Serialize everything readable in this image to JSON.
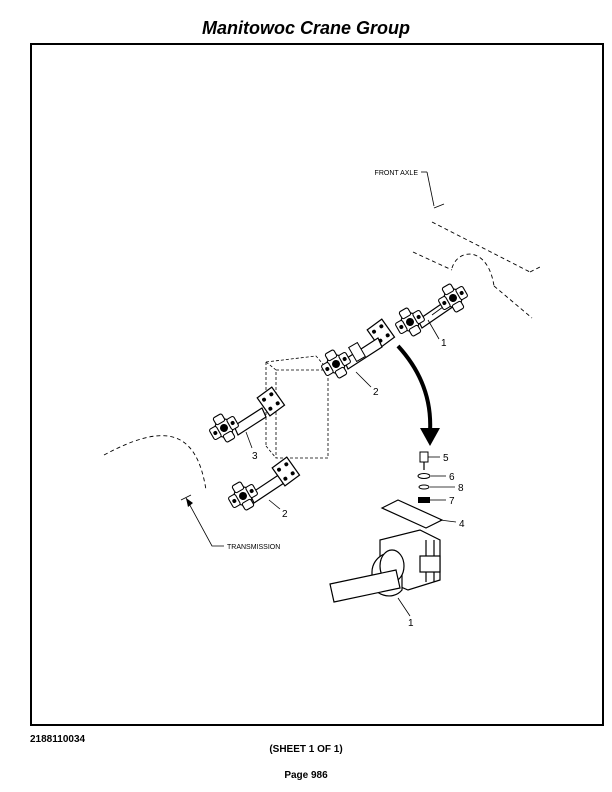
{
  "header": {
    "title": "Manitowoc Crane Group"
  },
  "drawing": {
    "labels": {
      "front_axle": "FRONT AXLE",
      "transmission": "TRANSMISSION"
    },
    "callouts": {
      "c1_top": "1",
      "c2_mid": "2",
      "c3": "3",
      "c2_low": "2",
      "c5": "5",
      "c6": "6",
      "c8": "8",
      "c7": "7",
      "c4": "4",
      "c1_bearing": "1"
    }
  },
  "footer": {
    "doc_number": "2188110034",
    "sheet": "(SHEET 1 OF 1)",
    "page": "Page 986"
  }
}
